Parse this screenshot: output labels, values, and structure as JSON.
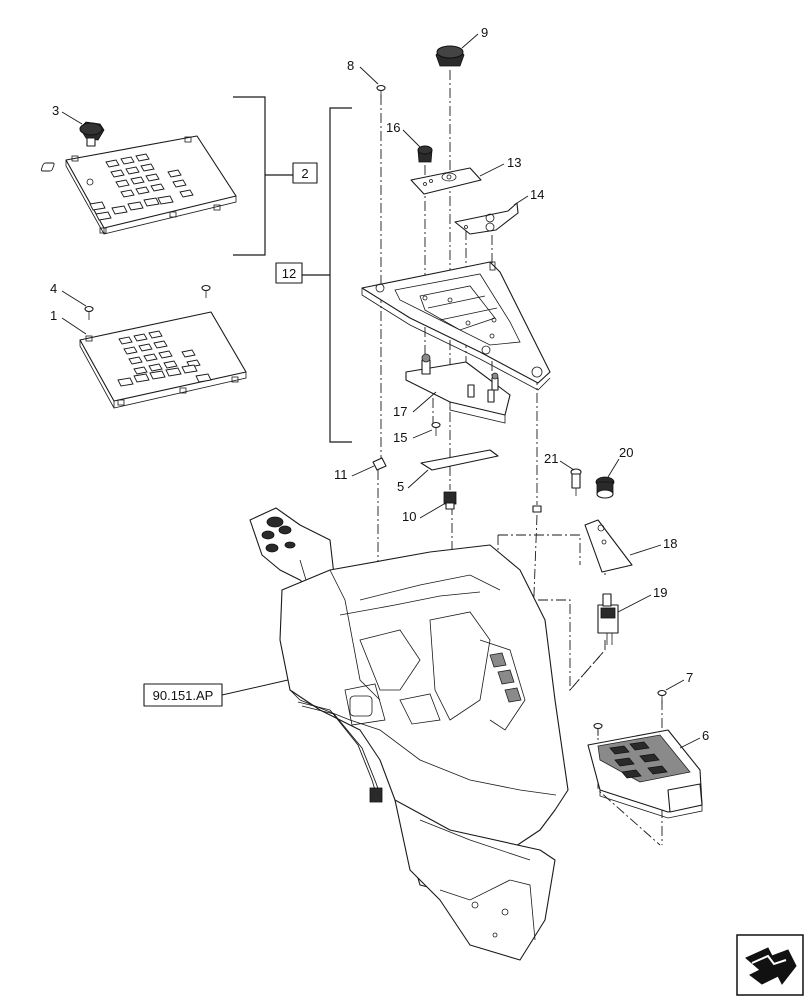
{
  "callouts": {
    "c1": "1",
    "c2": "2",
    "c3": "3",
    "c4": "4",
    "c5": "5",
    "c6": "6",
    "c7": "7",
    "c8": "8",
    "c9": "9",
    "c10": "10",
    "c11": "11",
    "c12": "12",
    "c13": "13",
    "c14": "14",
    "c15": "15",
    "c16": "16",
    "c17": "17",
    "c18": "18",
    "c19": "19",
    "c20": "20",
    "c21": "21"
  },
  "reference": {
    "label": "90.151.AP"
  },
  "navigation_icon": "next-page-arrow-icon"
}
